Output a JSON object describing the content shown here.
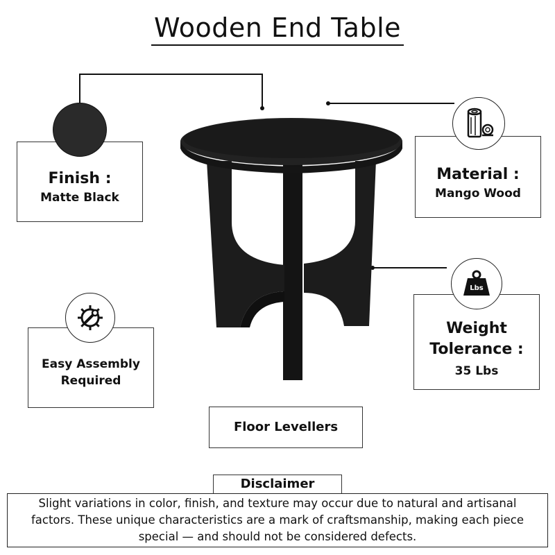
{
  "title": "Wooden End Table",
  "finish": {
    "label": "Finish :",
    "value": "Matte Black"
  },
  "material": {
    "label": "Material :",
    "value": "Mango Wood"
  },
  "assembly": {
    "line1": "Easy Assembly",
    "line2": "Required"
  },
  "weight": {
    "line1": "Weight",
    "line2": "Tolerance :",
    "value": "35 Lbs",
    "icon_text": "Lbs"
  },
  "floor": {
    "label": "Floor Levellers"
  },
  "disclaimer": {
    "title": "Disclaimer",
    "text": "Slight variations in color, finish, and texture may occur due to natural and artisanal factors. These unique characteristics are a mark of craftsmanship, making each piece special — and should not be considered defects."
  },
  "colors": {
    "table": "#1e1e1e",
    "swatch": "#2a2a2a",
    "line": "#111111"
  },
  "icons": [
    "finish-swatch",
    "wood-log-icon",
    "weight-icon",
    "gear-wrench-icon"
  ]
}
